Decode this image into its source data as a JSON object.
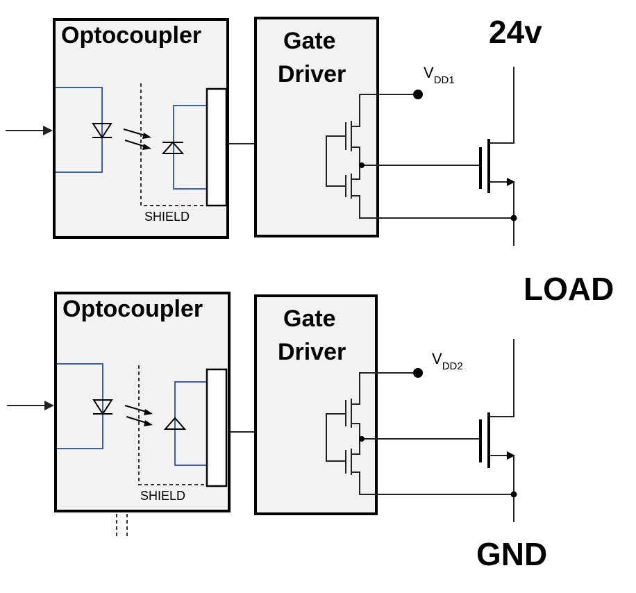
{
  "channel_1": {
    "optocoupler_title": "Optocoupler",
    "shield_label": "SHIELD",
    "gate_driver_title_line1": "Gate",
    "gate_driver_title_line2": "Driver",
    "vdd_main": "V",
    "vdd_sub": "DD1"
  },
  "channel_2": {
    "optocoupler_title": "Optocoupler",
    "shield_label": "SHIELD",
    "gate_driver_title_line1": "Gate",
    "gate_driver_title_line2": "Driver",
    "vdd_main": "V",
    "vdd_sub": "DD2"
  },
  "rail_labels": {
    "supply": "24v",
    "load": "LOAD",
    "ground": "GND"
  }
}
